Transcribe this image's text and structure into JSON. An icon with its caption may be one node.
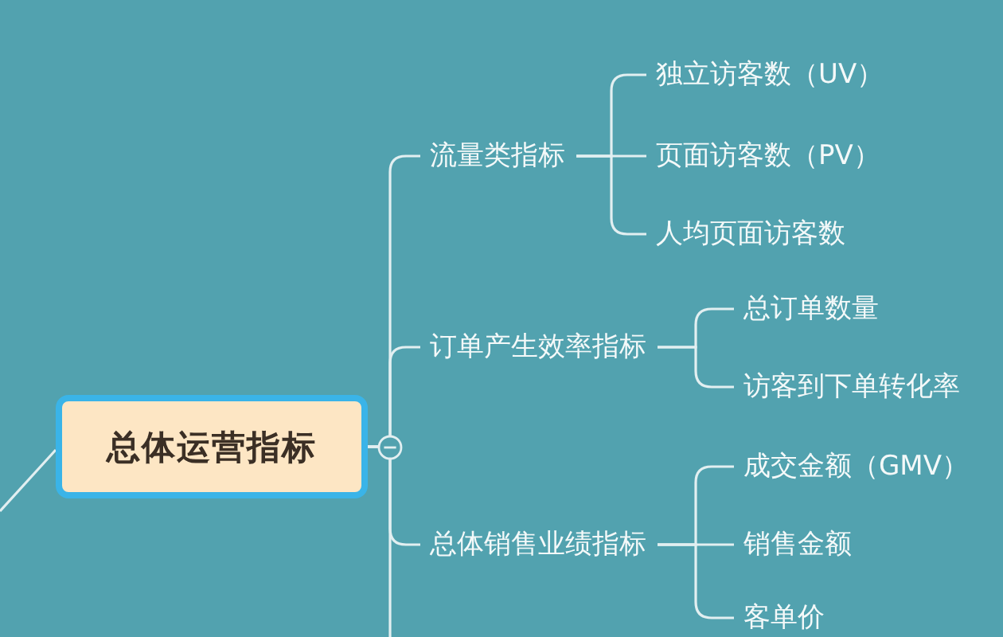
{
  "diagram": {
    "nodes": [
      {
        "text": [
          "总体运营指标"
        ]
      },
      {
        "text": [
          "流量类指标"
        ]
      },
      {
        "text": [
          "订单产生效率指标"
        ]
      },
      {
        "text": [
          "总体销售业绩指标"
        ]
      },
      {
        "text": [
          "独立访客数（UV）"
        ]
      },
      {
        "text": [
          "页面访客数（PV）"
        ]
      },
      {
        "text": [
          "人均页面访客数"
        ]
      },
      {
        "text": [
          "总订单数量"
        ]
      },
      {
        "text": [
          "访客到下单转化率"
        ]
      },
      {
        "text": [
          "成交金额（GMV）"
        ]
      },
      {
        "text": [
          "销售金额"
        ]
      },
      {
        "text": [
          "客单价"
        ]
      }
    ],
    "edges": [
      {
        "from": null,
        "to": 0,
        "arrow": "none"
      },
      {
        "from": 0,
        "to": 1,
        "arrow": "none"
      },
      {
        "from": 0,
        "to": 2,
        "arrow": "none"
      },
      {
        "from": 0,
        "to": 3,
        "arrow": "none"
      },
      {
        "from": 0,
        "to": null,
        "arrow": "none"
      },
      {
        "from": 1,
        "to": 4,
        "arrow": "none"
      },
      {
        "from": 1,
        "to": 5,
        "arrow": "none"
      },
      {
        "from": 1,
        "to": 6,
        "arrow": "none"
      },
      {
        "from": 2,
        "to": 7,
        "arrow": "none"
      },
      {
        "from": 2,
        "to": 8,
        "arrow": "none"
      },
      {
        "from": 3,
        "to": 9,
        "arrow": "none"
      },
      {
        "from": 3,
        "to": 10,
        "arrow": "none"
      },
      {
        "from": 3,
        "to": 11,
        "arrow": "none"
      }
    ]
  }
}
